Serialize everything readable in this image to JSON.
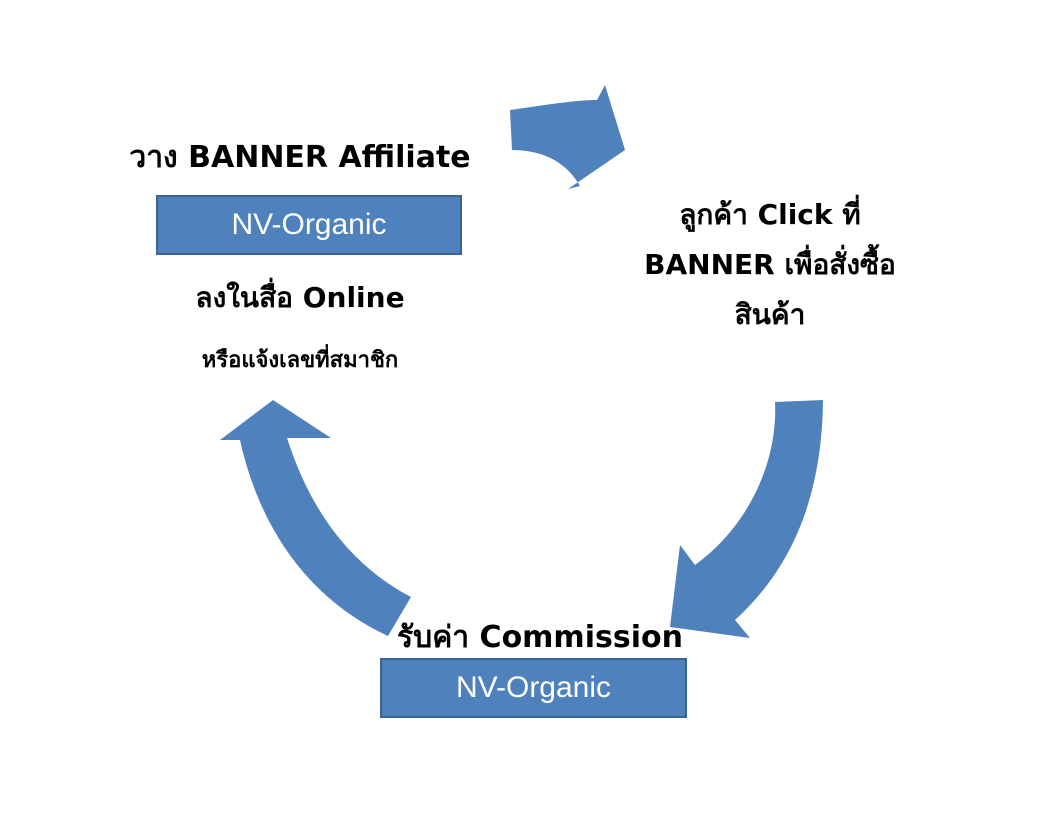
{
  "diagram": {
    "step1": {
      "title": "วาง BANNER Affiliate",
      "box_label": "NV-Organic",
      "line2": "ลงในสื่อ Online",
      "line3": "หรือแจ้งเลขที่สมาชิก"
    },
    "step2": {
      "line1": "ลูกค้า Click ที่",
      "line2": "BANNER เพื่อสั่งซื้อ",
      "line3": "สินค้า"
    },
    "step3": {
      "title": "รับค่า Commission",
      "box_label": "NV-Organic"
    },
    "colors": {
      "arrow": "#4f81bd",
      "arrow_border": "#3a6491",
      "box": "#4f81bd",
      "box_text": "#ffffff"
    }
  }
}
